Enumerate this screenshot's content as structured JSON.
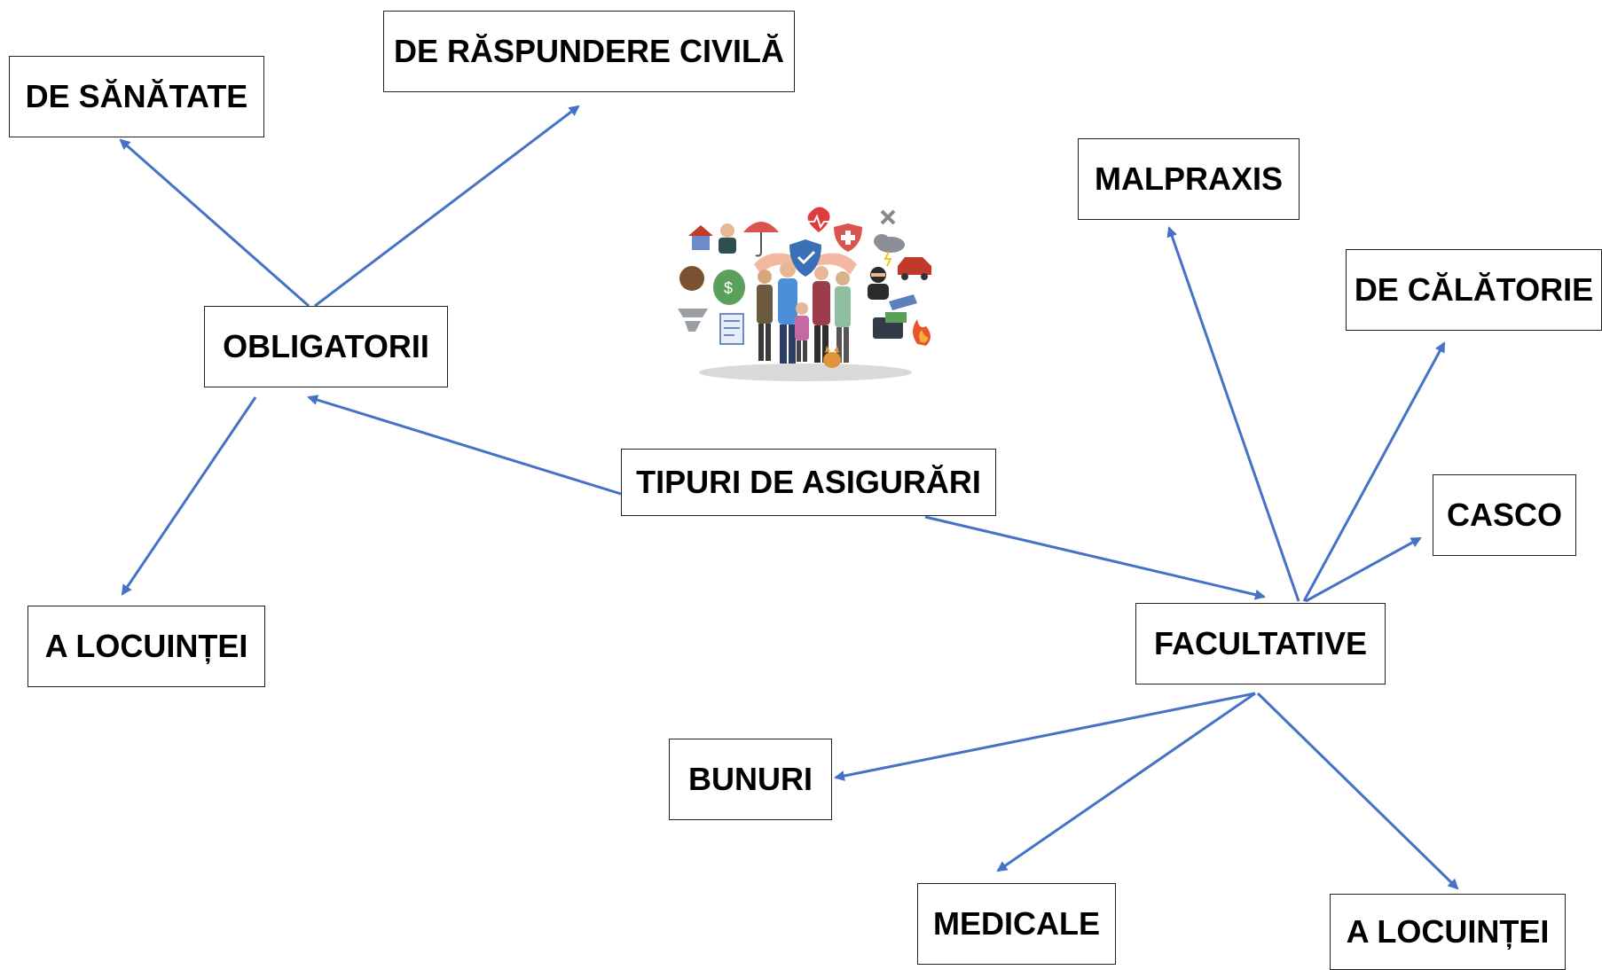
{
  "diagram": {
    "center": "TIPURI DE ASIGURĂRI",
    "branches": [
      {
        "label": "OBLIGATORII",
        "children": [
          "DE SĂNĂTATE",
          "DE RĂSPUNDERE CIVILĂ",
          "A LOCUINȚEI"
        ]
      },
      {
        "label": "FACULTATIVE",
        "children": [
          "MALPRAXIS",
          "DE CĂLĂTORIE",
          "CASCO",
          "BUNURI",
          "MEDICALE",
          "A LOCUINȚEI"
        ]
      }
    ]
  },
  "colors": {
    "arrow": "#4472C4",
    "box_border": "#222222",
    "text": "#000000"
  },
  "illustration": {
    "icons": [
      "house-icon",
      "person-icon",
      "umbrella-icon",
      "heart-icon",
      "shield-icon",
      "medical-cross-icon",
      "plane-icon",
      "cloud-icon",
      "money-bag-icon",
      "family-icon",
      "thief-icon",
      "car-icon",
      "tornado-icon",
      "document-icon",
      "wallet-icon",
      "fire-icon",
      "cat-icon",
      "hands-icon"
    ]
  }
}
